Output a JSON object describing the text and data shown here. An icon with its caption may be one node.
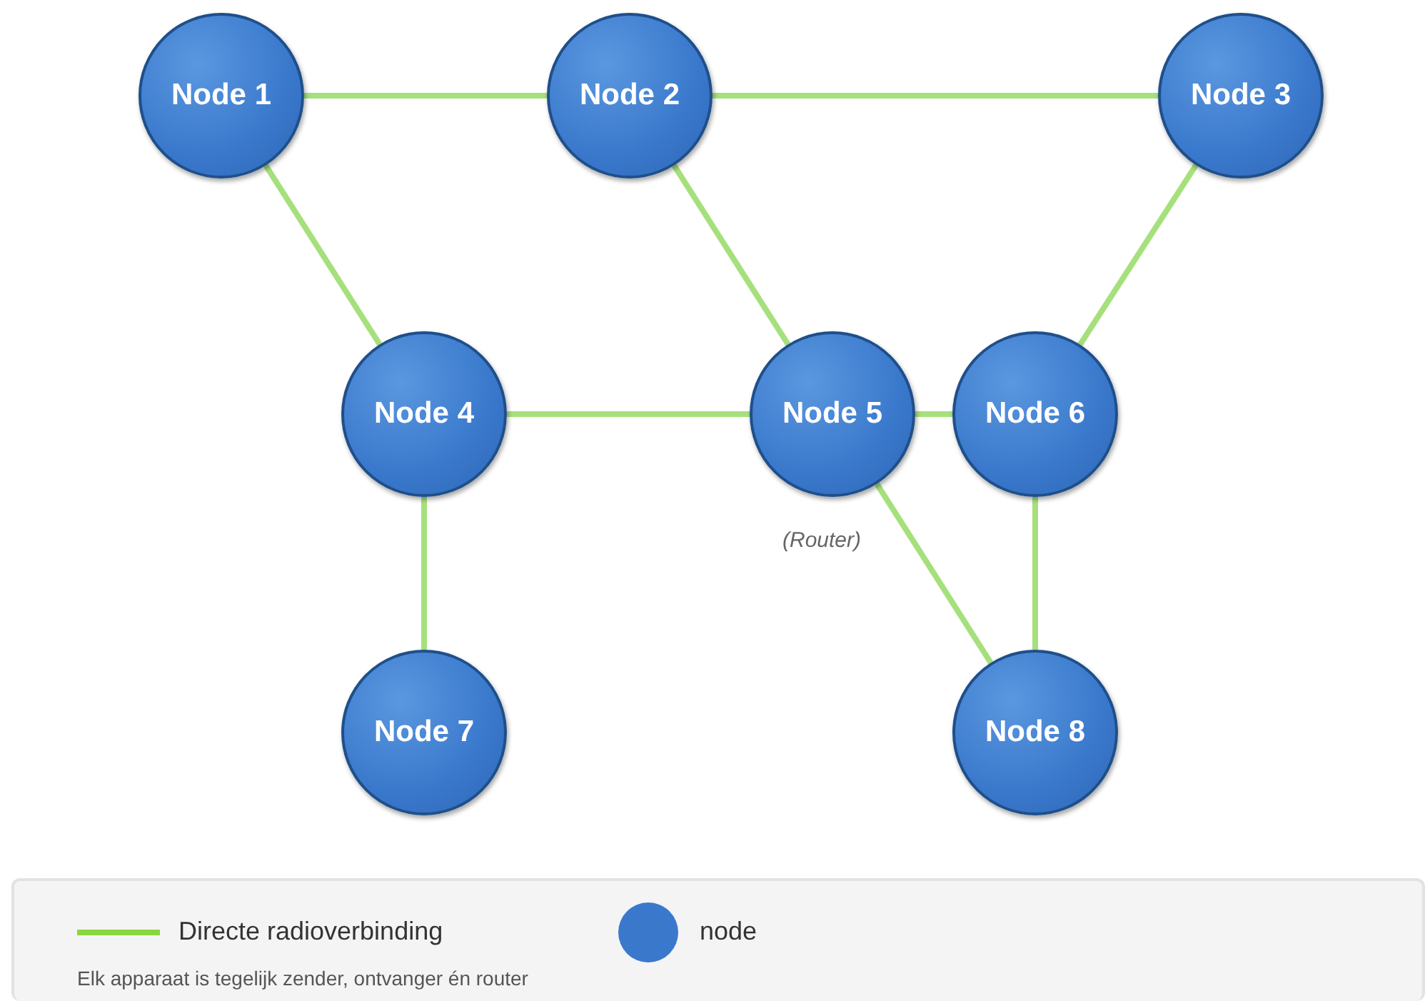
{
  "diagram": {
    "nodes": [
      {
        "text": [
          "Node 1"
        ]
      },
      {
        "text": [
          "Node 2"
        ]
      },
      {
        "text": [
          "Node 3"
        ]
      },
      {
        "text": [
          "Node 4"
        ]
      },
      {
        "text": [
          "Node 5"
        ],
        "beside": [
          "(Router)"
        ]
      },
      {
        "text": [
          "Node 6"
        ]
      },
      {
        "text": [
          "Node 7"
        ]
      },
      {
        "text": [
          "Node 8"
        ]
      }
    ],
    "edges": [
      {
        "from": 0,
        "to": 1,
        "arrow": "none"
      },
      {
        "from": 1,
        "to": 2,
        "arrow": "none"
      },
      {
        "from": 0,
        "to": 3,
        "arrow": "none"
      },
      {
        "from": 1,
        "to": 4,
        "arrow": "none"
      },
      {
        "from": 2,
        "to": 5,
        "arrow": "none"
      },
      {
        "from": 3,
        "to": 4,
        "arrow": "none"
      },
      {
        "from": 4,
        "to": 5,
        "arrow": "none"
      },
      {
        "from": 3,
        "to": 6,
        "arrow": "none"
      },
      {
        "from": 4,
        "to": 7,
        "arrow": "none"
      },
      {
        "from": 5,
        "to": 7,
        "arrow": "none"
      }
    ],
    "labels": [
      "Elk apparaat is tegelijk zender, ontvanger én router"
    ],
    "legend": [
      {
        "text": "Directe radioverbinding"
      },
      {
        "text": "node"
      }
    ]
  }
}
